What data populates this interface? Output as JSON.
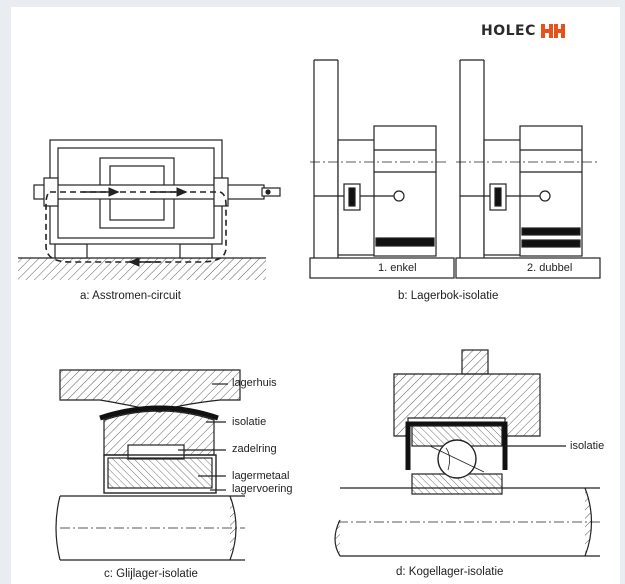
{
  "brand": {
    "name": "HOLEC",
    "mark_color": "#e8501c"
  },
  "figures": {
    "a": {
      "caption": "a: Asstromen-circuit"
    },
    "b": {
      "caption": "b: Lagerbok-isolatie",
      "label_1": "1. enkel",
      "label_2": "2. dubbel"
    },
    "c": {
      "caption": "c: Glijlager-isolatie",
      "labels": [
        "lagerhuis",
        "isolatie",
        "zadelring",
        "lagermetaal",
        "lagervoering"
      ]
    },
    "d": {
      "caption": "d: Kogellager-isolatie",
      "label": "isolatie"
    }
  }
}
